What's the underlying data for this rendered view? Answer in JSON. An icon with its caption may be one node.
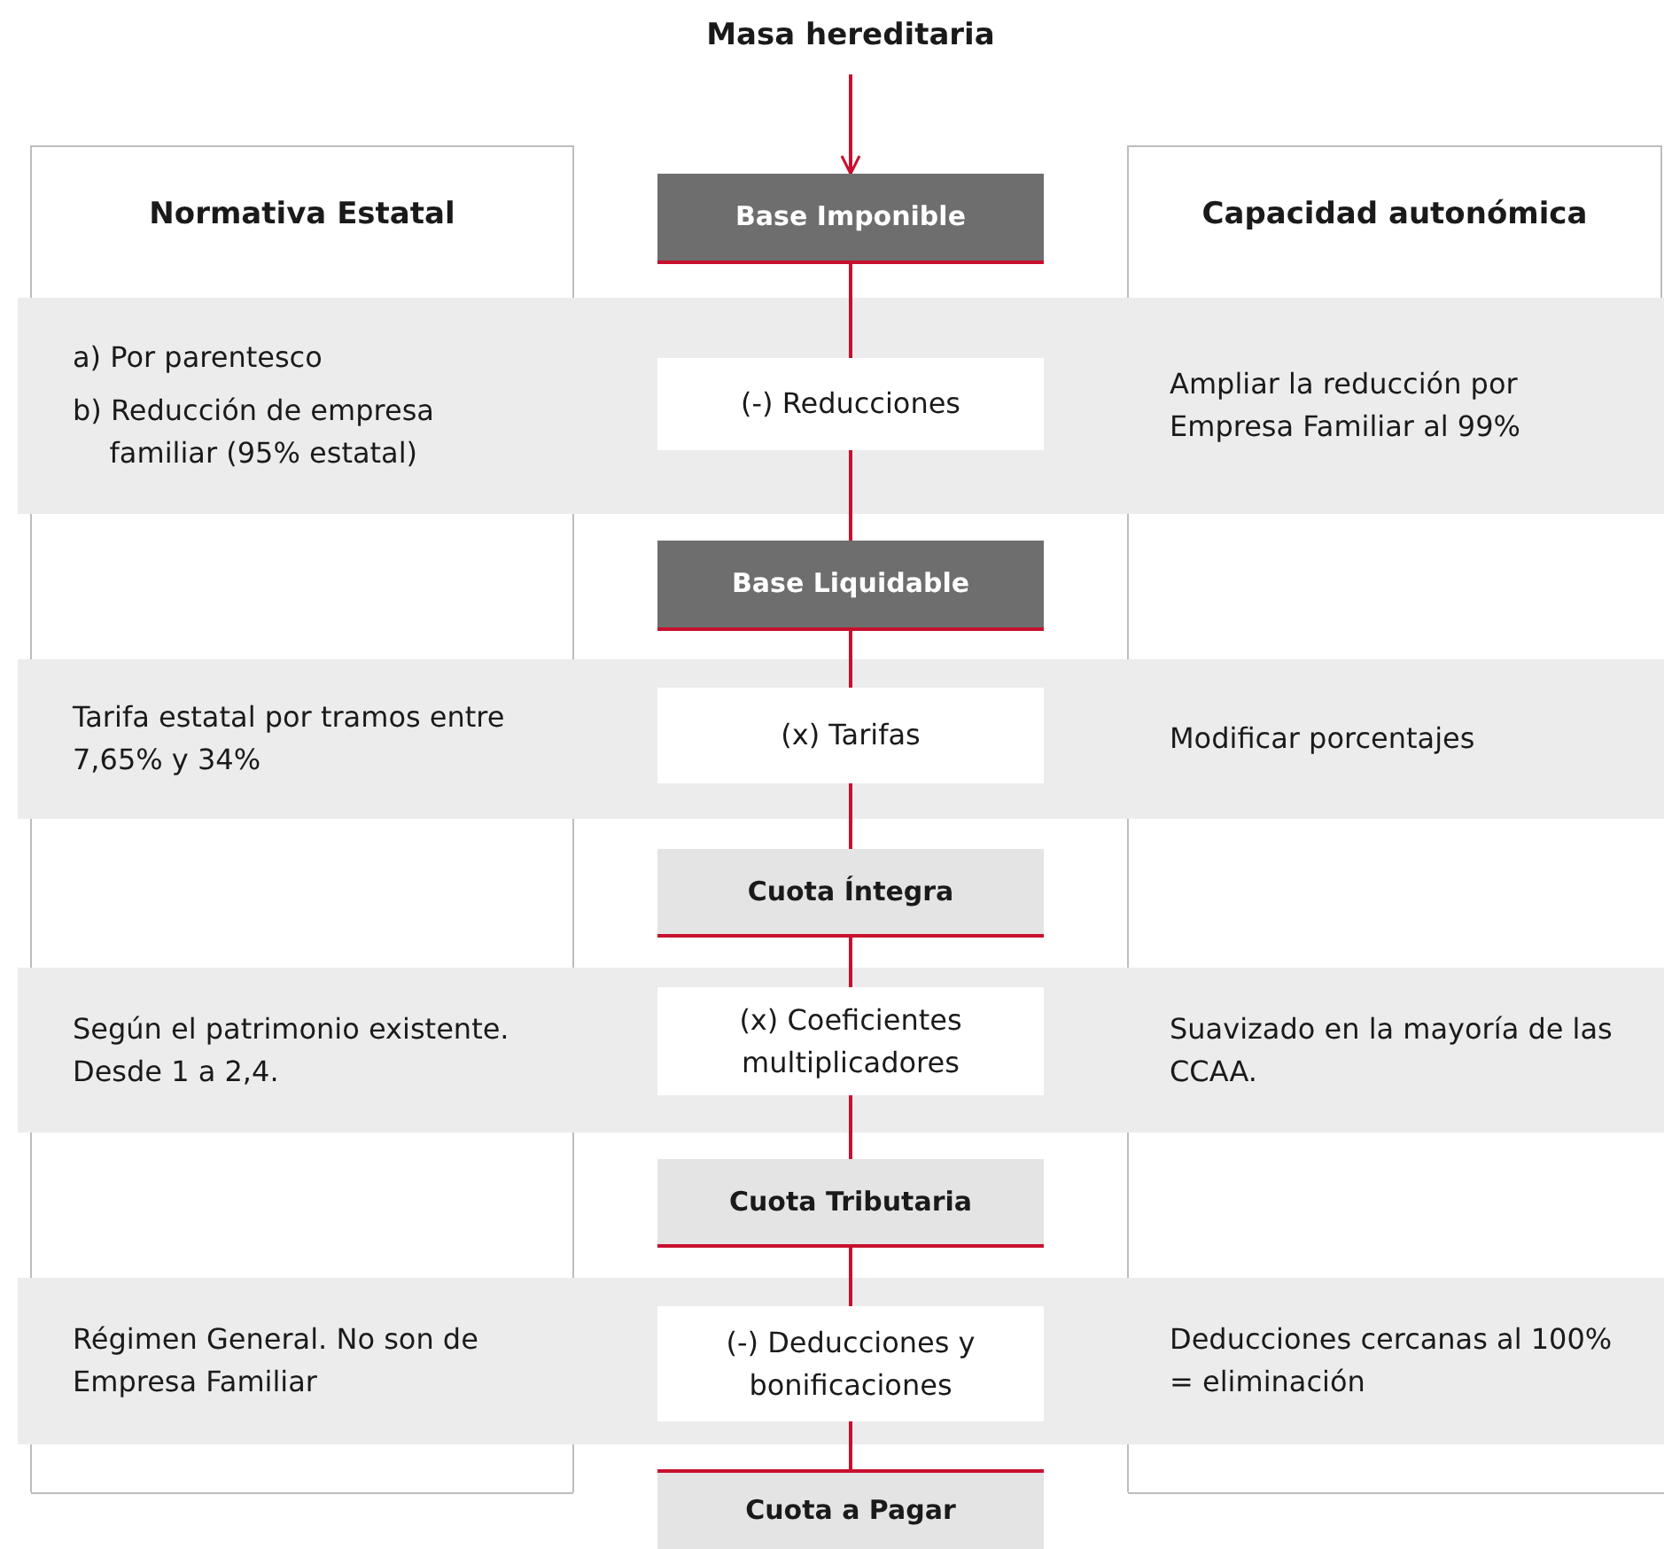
{
  "diagram": {
    "nodes": [
      {
        "text": [
          "Masa hereditaria"
        ]
      },
      {
        "text": [
          "Normativa Estatal"
        ]
      },
      {
        "text": [
          "Base Imponible"
        ]
      },
      {
        "text": [
          "Capacidad autonómica"
        ]
      },
      {
        "text": [
          "a) Por parentesco",
          "b) Reducción de empresa familiar (95% estatal)",
          "Ampliar la reducción por Empresa Familiar al 99%"
        ]
      },
      {
        "text": [
          "(-) Reducciones"
        ],
        "in": 4
      },
      {
        "text": [
          "Base Liquidable"
        ]
      },
      {
        "text": [
          "Tarifa estatal por tramos entre 7,65% y 34%",
          "Modificar porcentajes"
        ]
      },
      {
        "text": [
          "(x) Tarifas"
        ],
        "in": 7
      },
      {
        "text": [
          "Cuota Íntegra"
        ]
      },
      {
        "text": [
          "Según el patrimonio existente. Desde 1 a 2,4.",
          "Suavizado en la mayoría de las CCAA."
        ]
      },
      {
        "text": [
          "(x) Coeficientes multiplicadores"
        ],
        "in": 10
      },
      {
        "text": [
          "Cuota Tributaria"
        ]
      },
      {
        "text": [
          "Régimen General. No son de Empresa Familiar",
          "Deducciones cercanas al 100% = eliminación"
        ]
      },
      {
        "text": [
          "(-) Deducciones y bonificaciones"
        ],
        "in": 13
      },
      {
        "text": [
          "Cuota a Pagar"
        ]
      }
    ],
    "edges": [
      {
        "from": 0,
        "to": 2,
        "arrow": "to"
      },
      {
        "from": 2,
        "to": 5,
        "arrow": "none"
      },
      {
        "from": 5,
        "to": 6,
        "arrow": "none"
      },
      {
        "from": 6,
        "to": 8,
        "arrow": "none"
      },
      {
        "from": 8,
        "to": 9,
        "arrow": "none"
      },
      {
        "from": 9,
        "to": 11,
        "arrow": "none"
      },
      {
        "from": 11,
        "to": 12,
        "arrow": "none"
      },
      {
        "from": 12,
        "to": 14,
        "arrow": "none"
      },
      {
        "from": 14,
        "to": 15,
        "arrow": "none"
      }
    ]
  }
}
